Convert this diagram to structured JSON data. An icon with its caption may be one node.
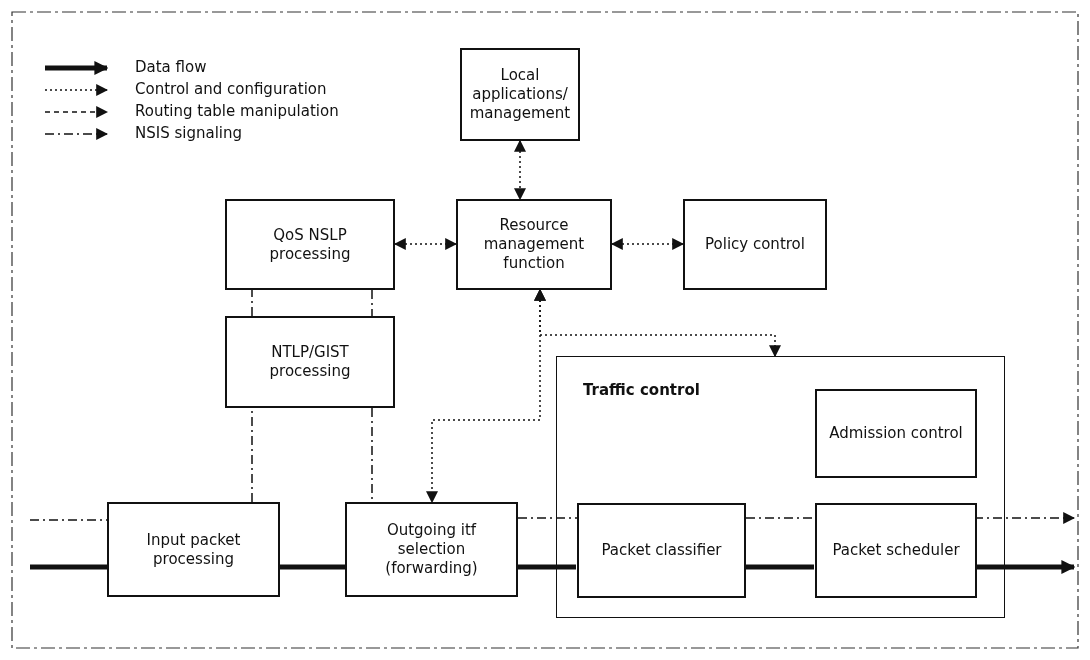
{
  "diagram": {
    "nodes": [
      {
        "text": [
          "Local applications/ management"
        ]
      },
      {
        "text": [
          "QoS NSLP processing"
        ]
      },
      {
        "text": [
          "Resource management function"
        ]
      },
      {
        "text": [
          "Policy control"
        ]
      },
      {
        "text": [
          "NTLP/GIST processing"
        ]
      },
      {
        "text": [
          "Traffic control"
        ]
      },
      {
        "text": [
          "Admission control"
        ],
        "in": 5
      },
      {
        "text": [
          "Input packet processing"
        ]
      },
      {
        "text": [
          "Outgoing itf selection (forwarding)"
        ]
      },
      {
        "text": [
          "Packet classifier"
        ],
        "in": 5
      },
      {
        "text": [
          "Packet scheduler"
        ],
        "in": 5
      }
    ],
    "edges": [
      {
        "from": null,
        "to": 7,
        "arrow": "none",
        "style": "thick"
      },
      {
        "from": 7,
        "to": 8,
        "arrow": "none",
        "style": "thick"
      },
      {
        "from": 8,
        "to": 9,
        "arrow": "none",
        "style": "thick"
      },
      {
        "from": 9,
        "to": 10,
        "arrow": "none",
        "style": "thick"
      },
      {
        "from": 10,
        "to": null,
        "arrow": "to",
        "style": "thick"
      },
      {
        "from": 0,
        "to": 2,
        "arrow": "both",
        "style": "dashed"
      },
      {
        "from": 1,
        "to": 2,
        "arrow": "both",
        "style": "dashed"
      },
      {
        "from": 2,
        "to": 3,
        "arrow": "both",
        "style": "dashed"
      },
      {
        "from": 2,
        "to": 8,
        "arrow": "both",
        "style": "dashed"
      },
      {
        "from": 2,
        "to": 5,
        "arrow": "both",
        "style": "dashed"
      },
      {
        "from": null,
        "to": 7,
        "arrow": "none",
        "style": "dashed"
      },
      {
        "from": 7,
        "to": 4,
        "arrow": "none",
        "style": "dashed"
      },
      {
        "from": 4,
        "to": 1,
        "arrow": "none",
        "style": "dashed"
      },
      {
        "from": 1,
        "to": 4,
        "arrow": "none",
        "style": "dashed"
      },
      {
        "from": 4,
        "to": 8,
        "arrow": "none",
        "style": "dashed"
      },
      {
        "from": 8,
        "to": null,
        "arrow": "to",
        "style": "dashed"
      }
    ],
    "legend": [
      {
        "text": "Data flow"
      },
      {
        "text": "Control and configuration"
      },
      {
        "text": "Routing table manipulation"
      },
      {
        "text": "NSIS signaling"
      }
    ]
  }
}
